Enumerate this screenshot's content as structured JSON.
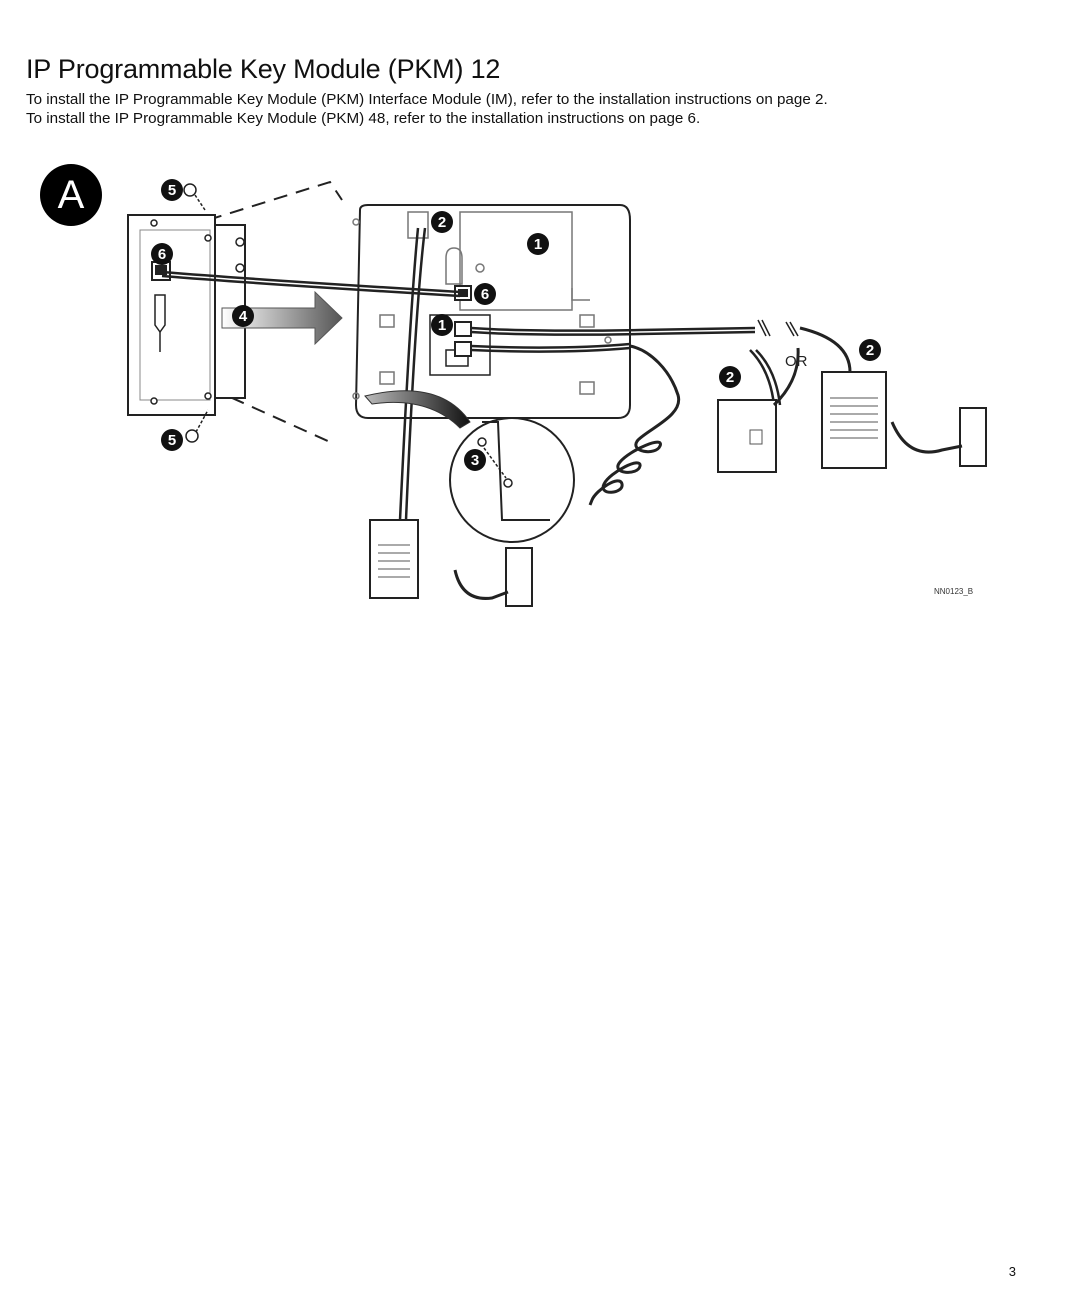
{
  "header": {
    "title": "IP Programmable Key Module (PKM) 12"
  },
  "intro": {
    "line1": "To install the IP Programmable Key Module (PKM) Interface Module (IM), refer to the installation instructions on page 2.",
    "line2": "To install the IP Programmable Key Module (PKM) 48, refer to the installation instructions on page 6."
  },
  "figure": {
    "section_label": "A",
    "step_markers": [
      "5",
      "6",
      "4",
      "5",
      "2",
      "1",
      "6",
      "1",
      "2",
      "2",
      "3"
    ],
    "or_label": "OR",
    "figure_code": "NN0123_B"
  },
  "footer": {
    "page_number": "3"
  }
}
